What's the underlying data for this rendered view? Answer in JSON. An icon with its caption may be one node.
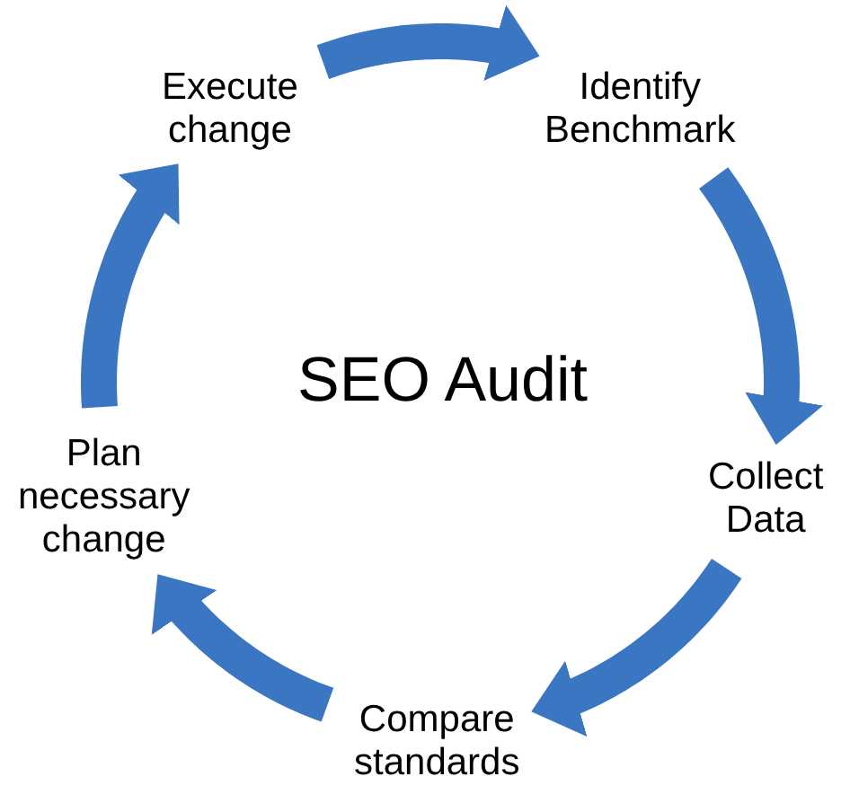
{
  "diagram": {
    "title": "SEO Audit",
    "nodes": [
      {
        "text": [
          "Execute change"
        ]
      },
      {
        "text": [
          "Identify Benchmark"
        ]
      },
      {
        "text": [
          "Plan necessary change"
        ]
      },
      {
        "text": [
          "Collect Data"
        ]
      },
      {
        "text": [
          "Compare standards"
        ]
      }
    ],
    "edges": [
      {
        "from": 0,
        "to": 1,
        "arrow": "to"
      },
      {
        "from": 1,
        "to": 3,
        "arrow": "to"
      },
      {
        "from": 3,
        "to": 4,
        "arrow": "to"
      },
      {
        "from": 4,
        "to": 2,
        "arrow": "to"
      },
      {
        "from": 2,
        "to": 0,
        "arrow": "to"
      }
    ]
  }
}
